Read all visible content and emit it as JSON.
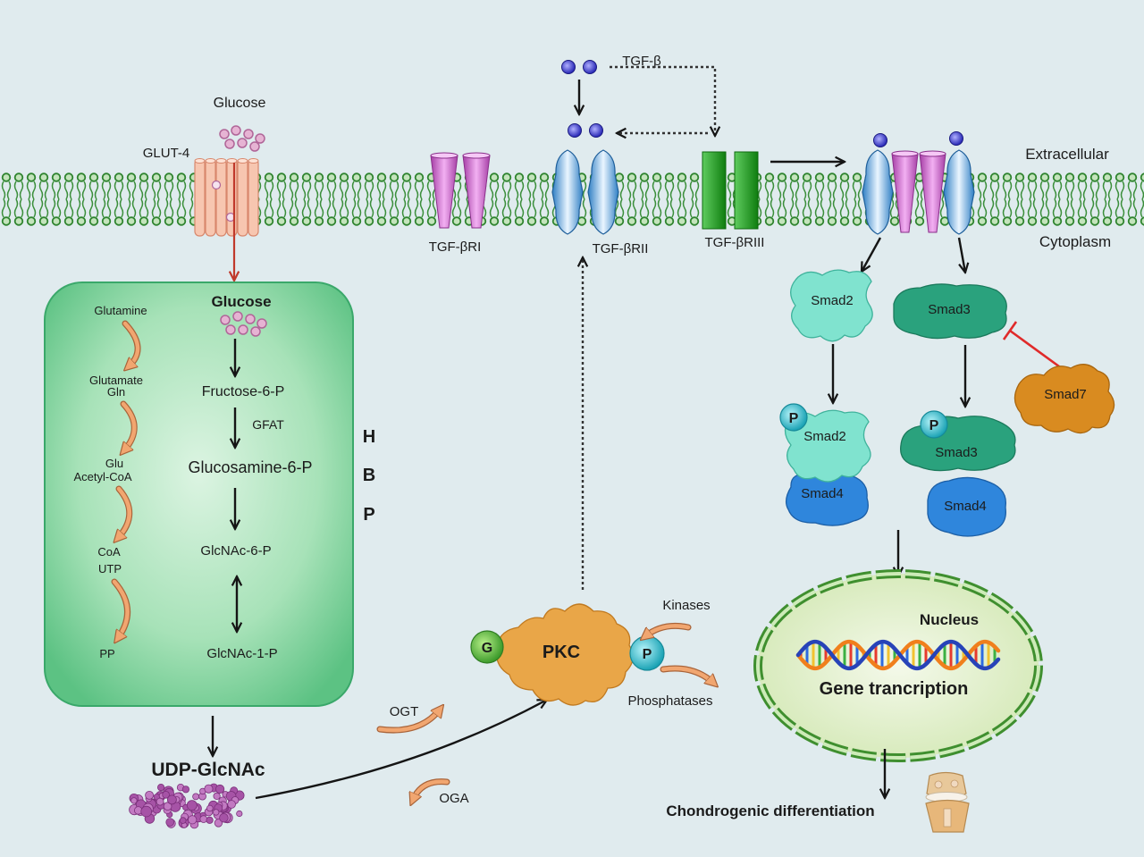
{
  "membrane": {
    "extracellular_label": "Extracellular",
    "cytoplasm_label": "Cytoplasm"
  },
  "glucose_transport": {
    "glucose": "Glucose",
    "transporter": "GLUT-4"
  },
  "tgf_beta": {
    "ligand": "TGF-β",
    "receptor_1": "TGF-βRI",
    "receptor_2": "TGF-βRII",
    "receptor_3": "TGF-βRIII"
  },
  "smad_pathway": {
    "smad2": "Smad2",
    "smad3": "Smad3",
    "smad7": "Smad7",
    "phospho_left": "P",
    "smad2_phos": "Smad2",
    "smad4_left": "Smad4",
    "phospho_right": "P",
    "smad3_phos": "Smad3",
    "smad4_right": "Smad4"
  },
  "hbp_box": {
    "glucose": "Glucose",
    "fructose": "Fructose-6-P",
    "enzyme": "GFAT",
    "glucosamine": "Glucosamine-6-P",
    "glcnac6p": "GlcNAc-6-P",
    "glcnac1p": "GlcNAc-1-P",
    "cofactors": [
      "Glutamine",
      "Glutamate",
      "Gln",
      "Glu",
      "Acetyl-CoA",
      "CoA",
      "UTP",
      "PP"
    ]
  },
  "hbp_label": [
    "H",
    "B",
    "P"
  ],
  "udp_glcnac": {
    "label": "UDP-GlcNAc",
    "ogt": "OGT",
    "oga": "OGA"
  },
  "pkc": {
    "label": "PKC",
    "glyco": "G",
    "phospho": "P",
    "kinases": "Kinases",
    "phosphatases": "Phosphatases"
  },
  "nucleus": {
    "label": "Nucleus",
    "process": "Gene trancription"
  },
  "outcome": {
    "label": "Chondrogenic differentiation"
  },
  "colors": {
    "background": "#e0ebee",
    "smad2": "#80e3cf",
    "smad3": "#2aa27d",
    "smad4": "#2f86dc",
    "smad7": "#d98b20",
    "pkc": "#e9a648",
    "receptor_3": "#1c961c"
  }
}
